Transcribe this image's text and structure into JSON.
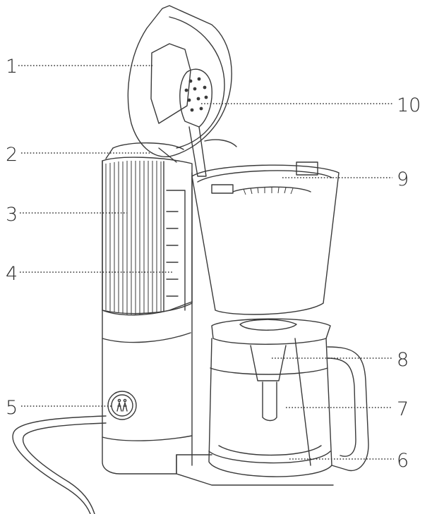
{
  "diagram": {
    "callouts": [
      {
        "id": "1",
        "label": "1"
      },
      {
        "id": "2",
        "label": "2"
      },
      {
        "id": "3",
        "label": "3"
      },
      {
        "id": "4",
        "label": "4"
      },
      {
        "id": "5",
        "label": "5"
      },
      {
        "id": "6",
        "label": "6"
      },
      {
        "id": "7",
        "label": "7"
      },
      {
        "id": "8",
        "label": "8"
      },
      {
        "id": "9",
        "label": "9"
      },
      {
        "id": "10",
        "label": "10"
      }
    ]
  },
  "colors": {
    "line": "#3a3a3a",
    "background": "#ffffff"
  },
  "icons": {
    "brand_logo": "twin-figures-logo-icon"
  }
}
